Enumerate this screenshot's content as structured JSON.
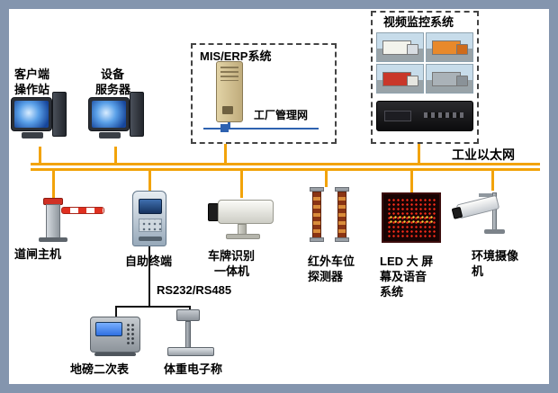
{
  "diagram": {
    "client": {
      "line1": "客户端",
      "line2": "操作站"
    },
    "server": {
      "line1": "设备",
      "line2": "服务器"
    },
    "mis": {
      "title": "MIS/ERP系统",
      "net": "工厂管理网"
    },
    "video": {
      "title": "视频监控系统"
    },
    "ethernet": "工业以太网",
    "barrier": "道闸主机",
    "kiosk": "自助终端",
    "serial": "RS232/RS485",
    "lpr": {
      "line1": "车牌识别",
      "line2": "一体机"
    },
    "ir": {
      "line1": "红外车位",
      "line2": "探测器"
    },
    "led": {
      "line1": "LED 大 屏",
      "line2": "幕及语音",
      "line3": "系统"
    },
    "cam": {
      "line1": "环境摄像",
      "line2": "机"
    },
    "weighbridge": "地磅二次表",
    "scale": "体重电子称"
  },
  "colors": {
    "frame": "#8495ae",
    "bus": "#f2a30a",
    "factory_net": "#2e62b0",
    "led_dot": "#ff2d1a"
  }
}
